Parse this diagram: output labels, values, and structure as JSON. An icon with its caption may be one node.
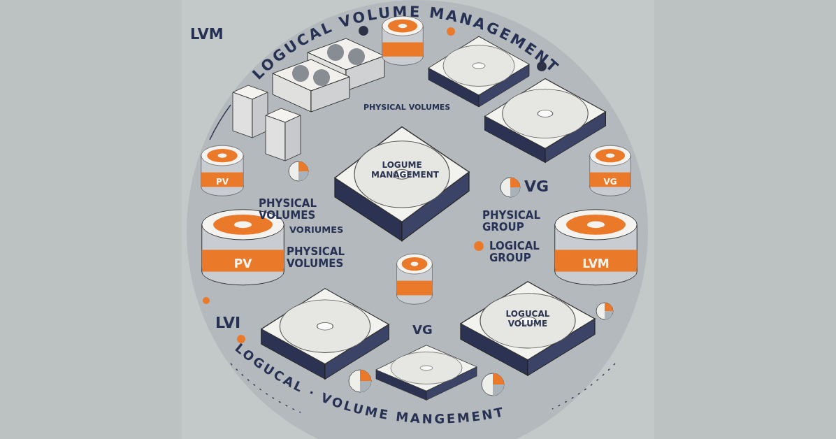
{
  "diagram": {
    "title": "LOGUCAL VOLUME MANAGEMENT",
    "nodes": [
      {
        "text": [],
        "shape": "cylinder"
      },
      {
        "text": [],
        "shape": "box"
      },
      {
        "text": [],
        "shape": "box"
      },
      {
        "text": [
          "PV"
        ]
      },
      {
        "text": [
          "LOGUME MANAGEMENT"
        ]
      },
      {
        "text": [
          "VG"
        ]
      },
      {
        "text": [
          "PV"
        ]
      },
      {
        "text": [
          "LVM"
        ]
      },
      {
        "text": [],
        "shape": "cylinder"
      },
      {
        "text": [],
        "shape": "box"
      },
      {
        "text": [
          "LOGUCAL VOLUME"
        ]
      },
      {
        "text": [],
        "shape": "box"
      }
    ],
    "labels": [
      "LVM",
      "PHYSICAL VOLUMES",
      "VG",
      "PHYSICAL VOLUMES",
      "VORIUMES",
      "PHYSICAL GROUP",
      "LOGICAL GROUP",
      "PHYSICAL VOLUMES",
      "LVI",
      "VG",
      "LOGUCAL · VOLUME MANGEMENT"
    ]
  }
}
